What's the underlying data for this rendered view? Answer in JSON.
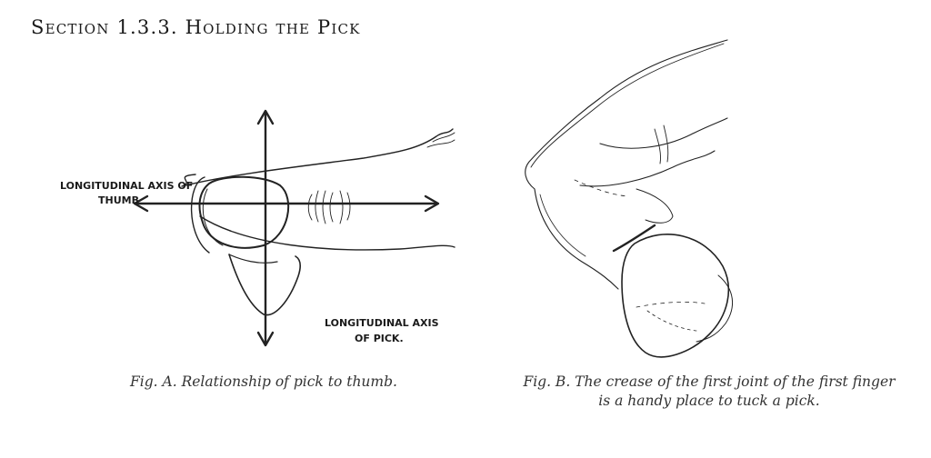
{
  "section": {
    "heading": "Section 1.3.3. Holding the Pick"
  },
  "figure_a": {
    "label_thumb_line1": "LONGITUDINAL AXIS OF",
    "label_thumb_line2": "THUMB",
    "label_pick_line1": "LONGITUDINAL AXIS",
    "label_pick_line2": "OF PICK.",
    "caption": "Fig. A. Relationship of pick to thumb."
  },
  "figure_b": {
    "caption_line1": "Fig. B. The crease of the first joint of the first finger",
    "caption_line2": "is a handy place to tuck a pick."
  },
  "colors": {
    "ink": "#222222",
    "caption_text": "#333333"
  }
}
